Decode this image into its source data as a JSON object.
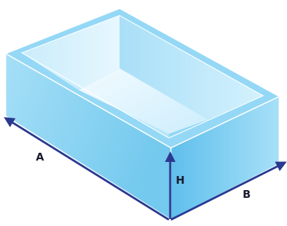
{
  "labels": {
    "length": "A",
    "width": "B",
    "height": "H"
  },
  "colors": {
    "box_light": "#d9f1fc",
    "box_mid": "#9fdcf6",
    "box_dark": "#6cc6ee",
    "rim": "#8fd6f5",
    "outline": "#ffffff",
    "arrow": "#2b3a8f"
  }
}
